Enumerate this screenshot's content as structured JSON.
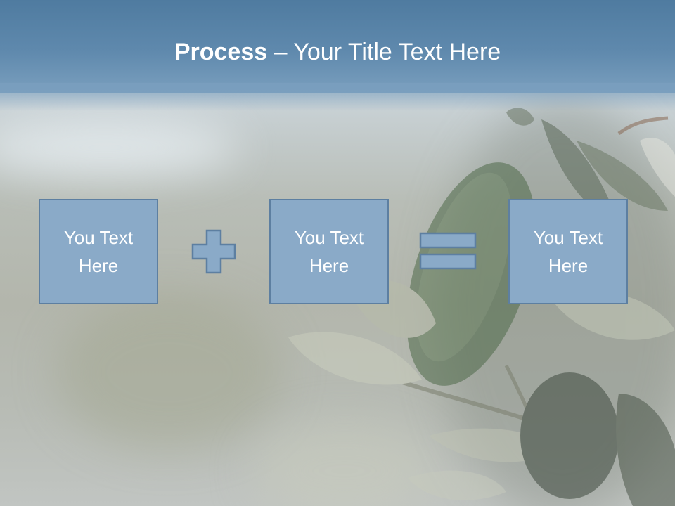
{
  "slide": {
    "title_bold": "Process",
    "title_rest": " – Your Title Text Here",
    "boxes": [
      {
        "line1": "You Text",
        "line2": "Here"
      },
      {
        "line1": "You Text",
        "line2": "Here"
      },
      {
        "line1": "You Text",
        "line2": "Here"
      }
    ],
    "operators": [
      "plus-icon",
      "equals-icon"
    ]
  },
  "colors": {
    "header": "#5f89ad",
    "box_fill": "#8aaac8",
    "box_border": "#5d7fa1",
    "text": "#ffffff"
  }
}
